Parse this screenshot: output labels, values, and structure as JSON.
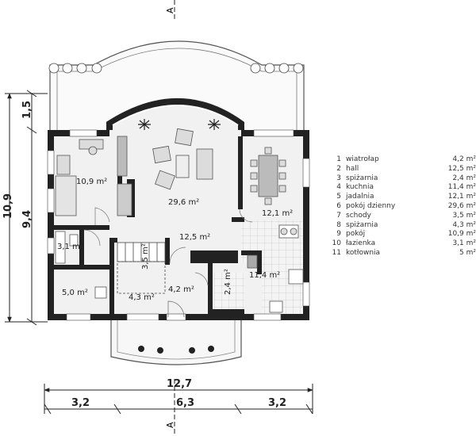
{
  "section_marks": {
    "top": "A",
    "bottom": "A"
  },
  "rooms": [
    {
      "label": "10,9 m²"
    },
    {
      "label": "29,6 m²"
    },
    {
      "label": "12,1 m²"
    },
    {
      "label": "3,1 m²"
    },
    {
      "label": "12,5 m²"
    },
    {
      "label": "3,5 m²"
    },
    {
      "label": "11,4 m²"
    },
    {
      "label": "5,0 m²"
    },
    {
      "label": "4,3 m²"
    },
    {
      "label": "4,2 m²"
    },
    {
      "label": "2,4 m²"
    }
  ],
  "dimensions": {
    "total_width": "12,7",
    "seg_left": "3,2",
    "seg_mid": "6,3",
    "seg_right": "3,2",
    "total_depth": "10,9",
    "depth_main": "9,4",
    "depth_top": "1,5"
  },
  "legend": [
    {
      "no": "1",
      "name": "wiatrołap",
      "area": "4,2 m²"
    },
    {
      "no": "2",
      "name": "hall",
      "area": "12,5 m²"
    },
    {
      "no": "3",
      "name": "spiżarnia",
      "area": "2,4 m²"
    },
    {
      "no": "4",
      "name": "kuchnia",
      "area": "11,4 m²"
    },
    {
      "no": "5",
      "name": "jadalnia",
      "area": "12,1 m²"
    },
    {
      "no": "6",
      "name": "pokój dzienny",
      "area": "29,6 m²"
    },
    {
      "no": "7",
      "name": "schody",
      "area": "3,5 m²"
    },
    {
      "no": "8",
      "name": "spiżarnia",
      "area": "4,3 m²"
    },
    {
      "no": "9",
      "name": "pokój",
      "area": "10,9 m²"
    },
    {
      "no": "10",
      "name": "łazienka",
      "area": "3,1 m²"
    },
    {
      "no": "11",
      "name": "kotłownia",
      "area": "5 m²"
    }
  ]
}
